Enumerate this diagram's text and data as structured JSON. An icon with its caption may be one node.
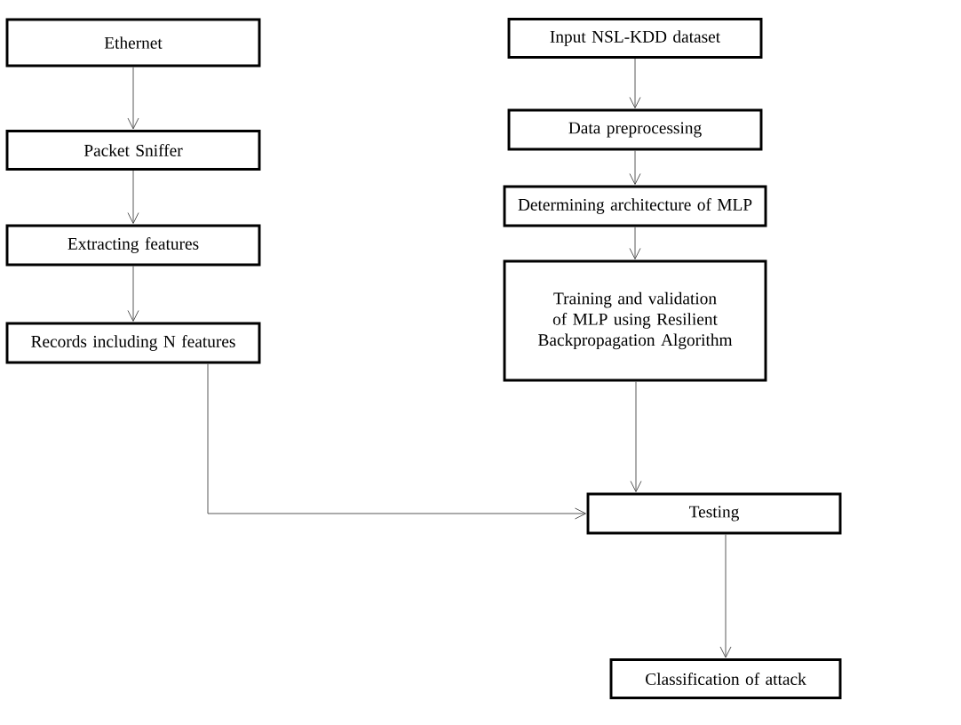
{
  "diagram": {
    "nodes": [
      {
        "text": [
          "Ethernet"
        ]
      },
      {
        "text": [
          "Packet Sniffer"
        ]
      },
      {
        "text": [
          "Extracting features"
        ]
      },
      {
        "text": [
          "Records including N features"
        ]
      },
      {
        "text": [
          "Input NSL-KDD dataset"
        ]
      },
      {
        "text": [
          "Data preprocessing"
        ]
      },
      {
        "text": [
          "Determining architecture of MLP"
        ]
      },
      {
        "text": [
          "Training and validation of MLP using Resilient Backpropagation Algorithm"
        ]
      },
      {
        "text": [
          "Testing"
        ]
      },
      {
        "text": [
          "Classification of attack"
        ]
      }
    ],
    "edges": [
      {
        "from": 0,
        "to": 1,
        "arrow": "to"
      },
      {
        "from": 1,
        "to": 2,
        "arrow": "to"
      },
      {
        "from": 2,
        "to": 3,
        "arrow": "to"
      },
      {
        "from": 4,
        "to": 5,
        "arrow": "to"
      },
      {
        "from": 5,
        "to": 6,
        "arrow": "to"
      },
      {
        "from": 6,
        "to": 7,
        "arrow": "to"
      },
      {
        "from": 7,
        "to": 8,
        "arrow": "to"
      },
      {
        "from": 3,
        "to": 8,
        "arrow": "to"
      },
      {
        "from": 8,
        "to": 9,
        "arrow": "to"
      }
    ]
  }
}
